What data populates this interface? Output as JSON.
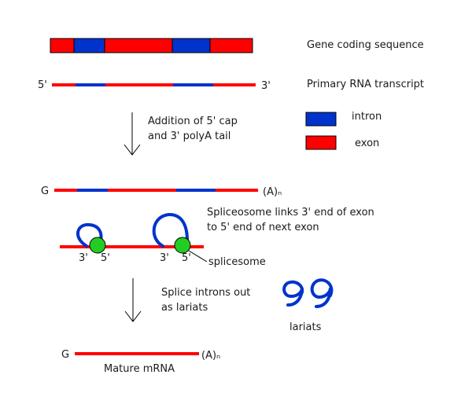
{
  "colors": {
    "exon": "#ff0000",
    "intron": "#0033cc",
    "spliceosome": "#22cc22",
    "text": "#1a1a1a"
  },
  "gene": {
    "label": "Gene coding sequence",
    "segments": [
      "exon",
      "intron",
      "exon",
      "intron",
      "exon"
    ]
  },
  "transcript": {
    "label": "Primary RNA transcript",
    "end5": "5'",
    "end3": "3'"
  },
  "legend": {
    "intron_label": "intron",
    "exon_label": "exon"
  },
  "step1": {
    "line1": "Addition of  5' cap",
    "line2": "and 3' polyA tail"
  },
  "capped": {
    "cap": "G",
    "tail": "(A)ₙ"
  },
  "splice": {
    "line1": "Spliceosome links 3' end of exon",
    "line2": "to 5' end of next exon",
    "left_3": "3'",
    "left_5": "5'",
    "right_3": "3'",
    "right_5": "5'",
    "spliceosome_label": "splicesome"
  },
  "step2": {
    "line1": "Splice introns out",
    "line2": "as lariats"
  },
  "lariats": {
    "label": "lariats"
  },
  "mature": {
    "cap": "G",
    "tail": "(A)ₙ",
    "label": "Mature mRNA"
  }
}
